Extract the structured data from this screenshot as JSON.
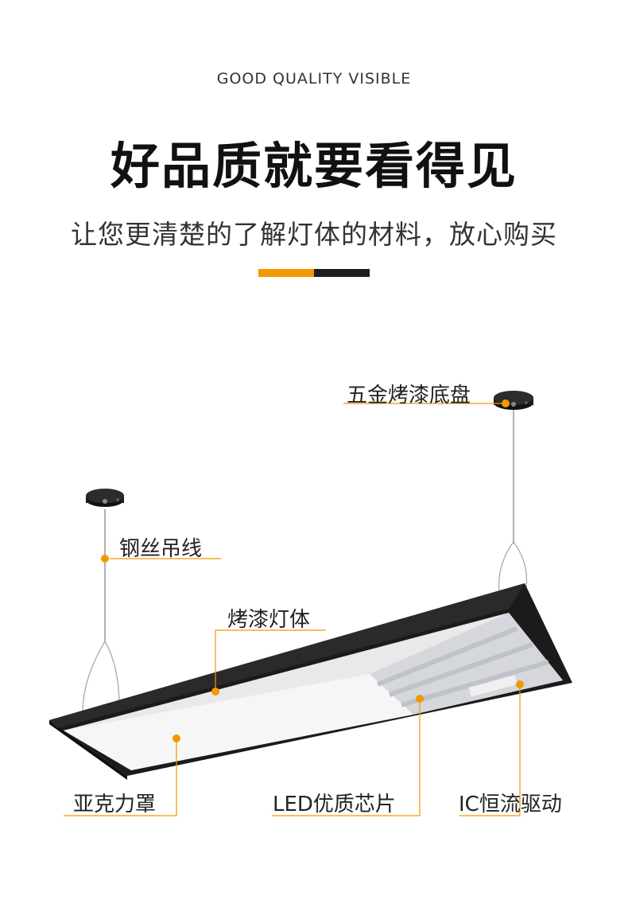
{
  "header": {
    "eyebrow": "GOOD QUALITY VISIBLE",
    "title": "好品质就要看得见",
    "subtitle": "让您更清楚的了解灯体的材料，放心购买"
  },
  "accent_colors": {
    "orange": "#f39800",
    "dark": "#1e1e1e"
  },
  "callouts": {
    "canopy": "五金烤漆底盘",
    "wire": "钢丝吊线",
    "body": "烤漆灯体",
    "diffuser": "亚克力罩",
    "chip": "LED优质芯片",
    "driver": "IC恒流驱动"
  }
}
